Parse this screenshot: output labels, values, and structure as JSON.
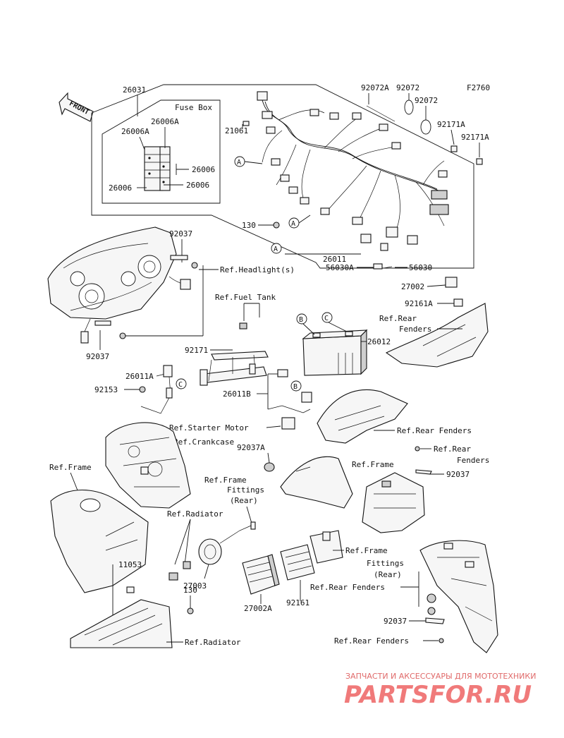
{
  "figure_code": "F2760",
  "front_arrow": "FRONT",
  "fuse_box_title": "Fuse Box",
  "parts": {
    "p26031": "26031",
    "p26006A_1": "26006A",
    "p26006A_2": "26006A",
    "p26006_1": "26006",
    "p26006_2": "26006",
    "p26006_3": "26006",
    "p21061": "21061",
    "p92072A": "92072A",
    "p92072_1": "92072",
    "p92072_2": "92072",
    "p92171A_1": "92171A",
    "p92171A_2": "92171A",
    "p130_1": "130",
    "p92037_1": "92037",
    "p92037_2": "92037",
    "p26011": "26011",
    "p56030A": "56030A",
    "p56030": "56030",
    "p27002": "27002",
    "p92161A": "92161A",
    "p92171": "92171",
    "p26012": "26012",
    "p26011A": "26011A",
    "p92153": "92153",
    "p26011B": "26011B",
    "p92037A": "92037A",
    "p92037_3": "92037",
    "p11053": "11053",
    "p27003": "27003",
    "p130_2": "130",
    "p27002A": "27002A",
    "p92161": "92161",
    "p92037_4": "92037"
  },
  "refs": {
    "headlight": "Ref.Headlight(s)",
    "fuel_tank": "Ref.Fuel Tank",
    "rear_fenders_1a": "Ref.Rear",
    "rear_fenders_1b": "Fenders",
    "starter_motor": "Ref.Starter Motor",
    "crankcase": "Ref.Crankcase",
    "rear_fenders_2": "Ref.Rear Fenders",
    "rear_fenders_3a": "Ref.Rear",
    "rear_fenders_3b": "Fenders",
    "frame_1": "Ref.Frame",
    "frame_2": "Ref.Frame",
    "frame_fittings_1a": "Ref.Frame",
    "frame_fittings_1b": "Fittings",
    "frame_fittings_1c": "(Rear)",
    "radiator_1": "Ref.Radiator",
    "frame_fittings_2a": "Ref.Frame",
    "frame_fittings_2b": "Fittings",
    "frame_fittings_2c": "(Rear)",
    "rear_fenders_4": "Ref.Rear Fenders",
    "rear_fenders_5": "Ref.Rear Fenders",
    "radiator_2": "Ref.Radiator"
  },
  "callouts": {
    "A1": "A",
    "A2": "A",
    "A3": "A",
    "B1": "B",
    "B2": "B",
    "C1": "C",
    "C2": "C"
  },
  "watermark": {
    "top": "ЗАПЧАСТИ И АКСЕССУАРЫ ДЛЯ МОТОТЕХНИКИ",
    "brand": "PARTSFOR.RU"
  },
  "colors": {
    "ink": "#111111",
    "watermark": "#f07a7a"
  }
}
